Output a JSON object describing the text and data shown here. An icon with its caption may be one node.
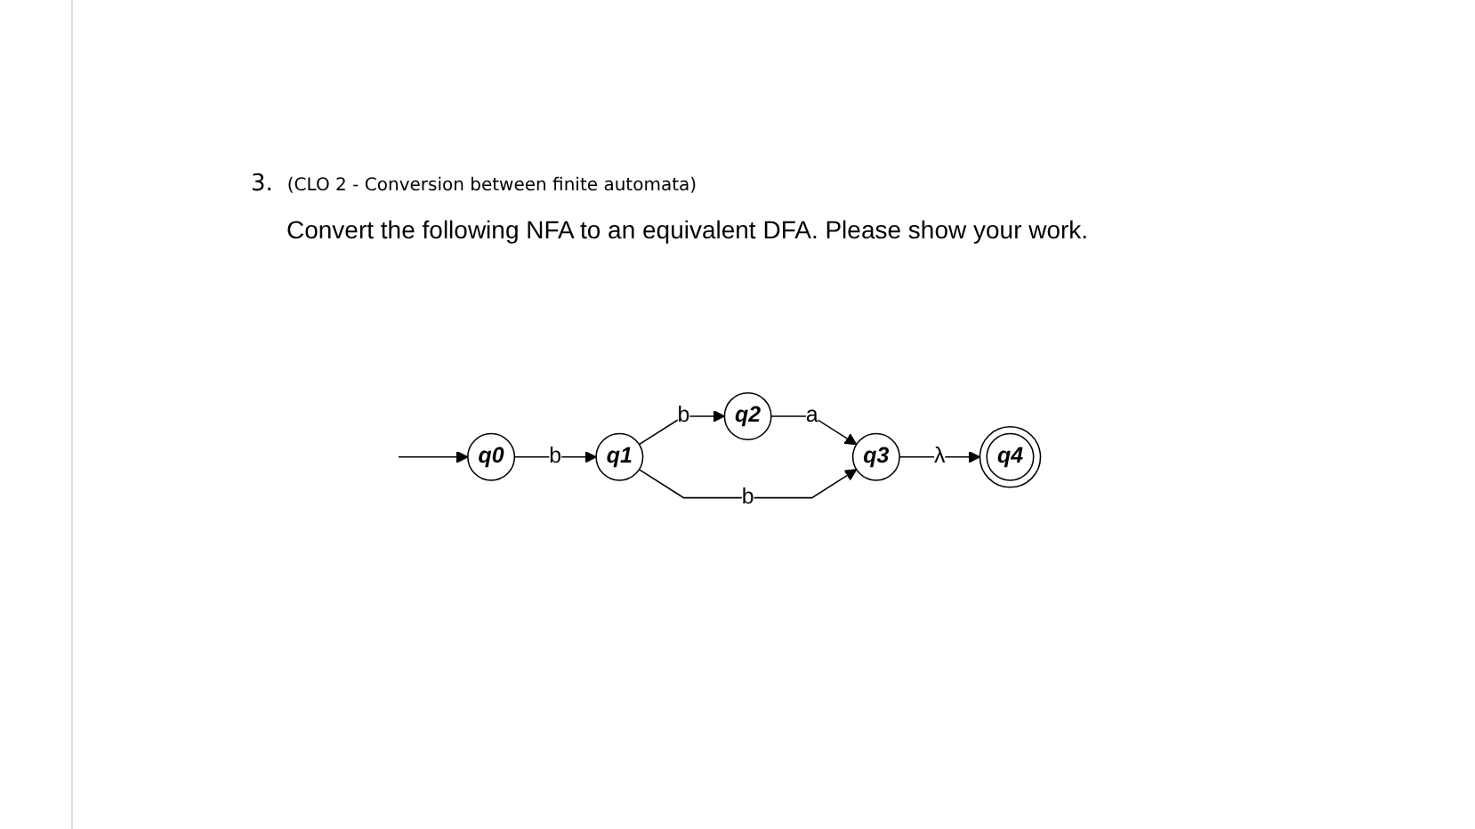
{
  "diagram": {
    "nodes": [
      {
        "text": [
          "q0"
        ]
      },
      {
        "text": [
          "q1"
        ]
      },
      {
        "text": [
          "q2"
        ]
      },
      {
        "text": [
          "q3"
        ]
      },
      {
        "text": [
          "q4"
        ]
      }
    ],
    "edges": [
      {
        "from": null,
        "to": 0,
        "arrow": "to"
      },
      {
        "from": 0,
        "to": 1,
        "arrow": "to",
        "label": "b"
      },
      {
        "from": 1,
        "to": 2,
        "arrow": "to",
        "label": "b"
      },
      {
        "from": 2,
        "to": 3,
        "arrow": "to",
        "label": "a"
      },
      {
        "from": 1,
        "to": 3,
        "arrow": "to",
        "label": "b"
      },
      {
        "from": 3,
        "to": 4,
        "arrow": "to",
        "label": "λ"
      }
    ],
    "labels": [
      "3.",
      "(CLO 2 - Conversion between finite automata)",
      "Convert the following NFA to an equivalent DFA. Please show your work."
    ]
  }
}
